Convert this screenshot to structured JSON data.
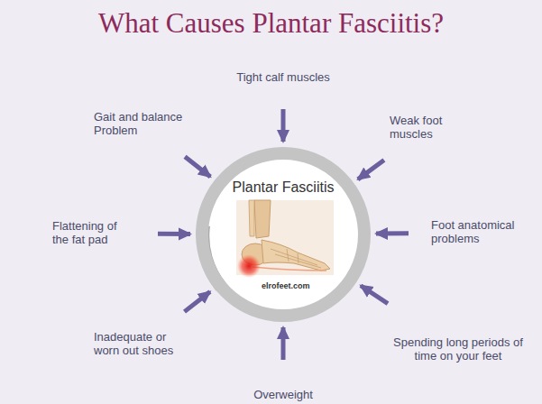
{
  "diagram": {
    "title": "What Causes Plantar Fasciitis?",
    "nodes": [
      {
        "text": [
          "Plantar Fasciitis"
        ]
      },
      {
        "text": [
          "Tight calf muscles"
        ]
      },
      {
        "text": [
          "Weak foot muscles"
        ]
      },
      {
        "text": [
          "Foot anatomical problems"
        ]
      },
      {
        "text": [
          "Spending long periods of time on your feet"
        ]
      },
      {
        "text": [
          "Overweight"
        ]
      },
      {
        "text": [
          "Inadequate or worn out shoes"
        ]
      },
      {
        "text": [
          "Flattening of the fat pad"
        ]
      },
      {
        "text": [
          "Gait and balance Problem"
        ]
      }
    ],
    "edges": [
      {
        "from": 1,
        "to": 0,
        "arrow": "to"
      },
      {
        "from": 2,
        "to": 0,
        "arrow": "to"
      },
      {
        "from": 3,
        "to": 0,
        "arrow": "to"
      },
      {
        "from": 4,
        "to": 0,
        "arrow": "to"
      },
      {
        "from": 5,
        "to": 0,
        "arrow": "to"
      },
      {
        "from": 6,
        "to": 0,
        "arrow": "to"
      },
      {
        "from": 7,
        "to": 0,
        "arrow": "to"
      },
      {
        "from": 8,
        "to": 0,
        "arrow": "to"
      }
    ],
    "labels": [
      "elrofeet.com"
    ]
  }
}
